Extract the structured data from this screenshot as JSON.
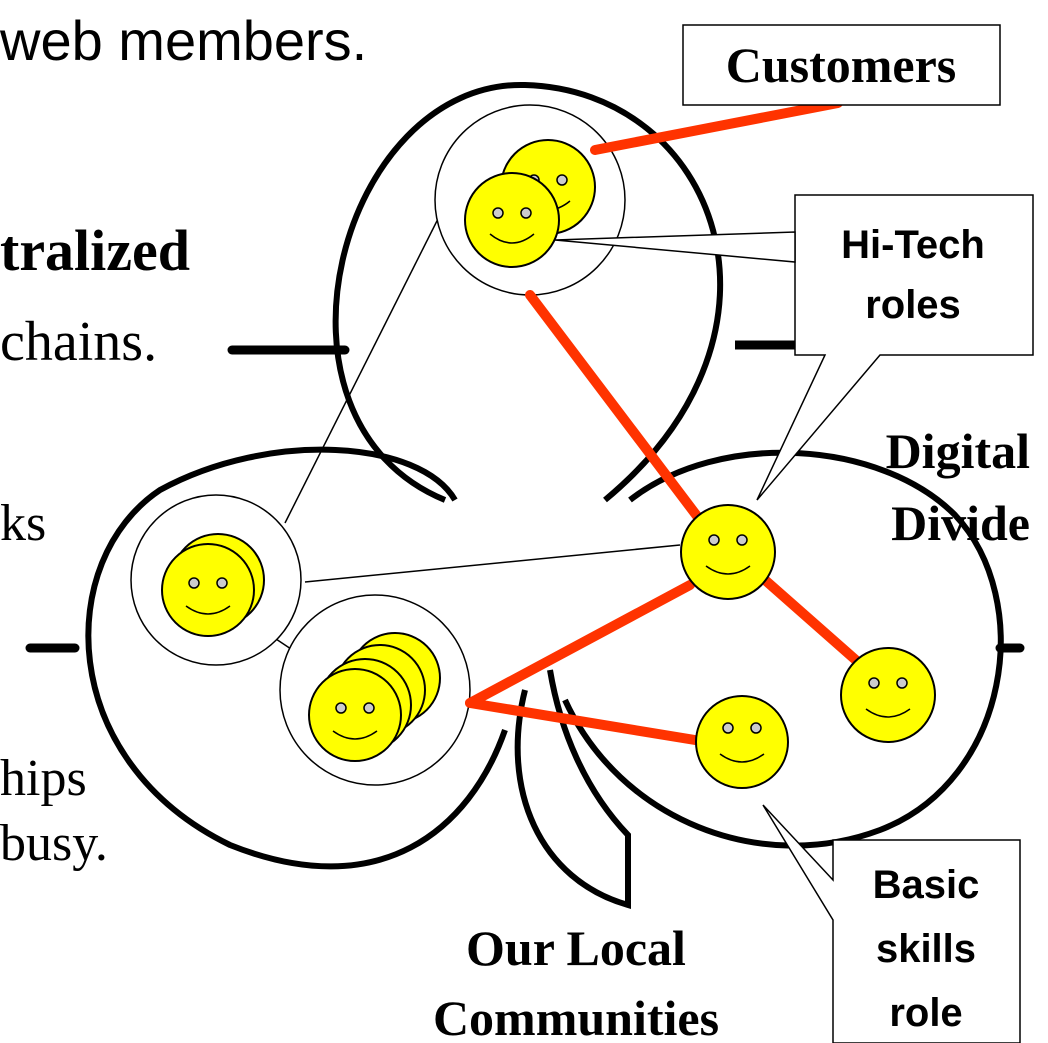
{
  "fragments": {
    "line1": "web members.",
    "line2": "tralized",
    "line3": "chains.",
    "line4": "ks",
    "line5": "hips",
    "line6": "busy."
  },
  "callouts": {
    "customers": "Customers",
    "hitech_line1": "Hi-Tech",
    "hitech_line2": "roles",
    "basic_line1": "Basic",
    "basic_line2": "skills",
    "basic_line3": "role"
  },
  "labels": {
    "digital_line1": "Digital",
    "digital_line2": "Divide",
    "community_line1": "Our Local",
    "community_line2": "Communities"
  },
  "colors": {
    "face_fill": "#ffff00",
    "red_link": "#ff3300",
    "outline": "#000000"
  }
}
